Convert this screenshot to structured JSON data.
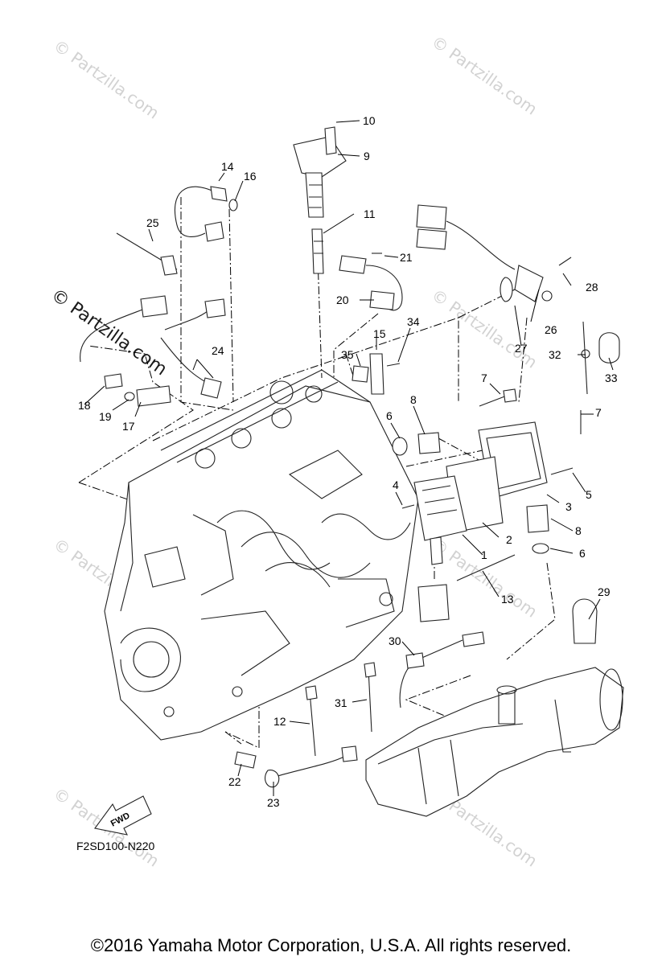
{
  "diagram": {
    "code": "F2SD100-N220",
    "fwd_label": "FWD",
    "copyright": "©2016 Yamaha Motor Corporation, U.S.A. All rights reserved.",
    "watermarks": {
      "small": "© Partzilla.com",
      "large": "© Partzilla.com"
    },
    "parts": {
      "p1": "1",
      "p2": "2",
      "p3": "3",
      "p4": "4",
      "p5": "5",
      "p6a": "6",
      "p6b": "6",
      "p7a": "7",
      "p7b": "7",
      "p8a": "8",
      "p8b": "8",
      "p9": "9",
      "p10": "10",
      "p11": "11",
      "p12": "12",
      "p13": "13",
      "p14": "14",
      "p15": "15",
      "p16": "16",
      "p17": "17",
      "p18": "18",
      "p19": "19",
      "p20": "20",
      "p21": "21",
      "p22": "22",
      "p23": "23",
      "p24": "24",
      "p25": "25",
      "p26": "26",
      "p27": "27",
      "p28": "28",
      "p29": "29",
      "p30": "30",
      "p31": "31",
      "p32": "32",
      "p33": "33",
      "p34": "34",
      "p35": "35"
    }
  }
}
